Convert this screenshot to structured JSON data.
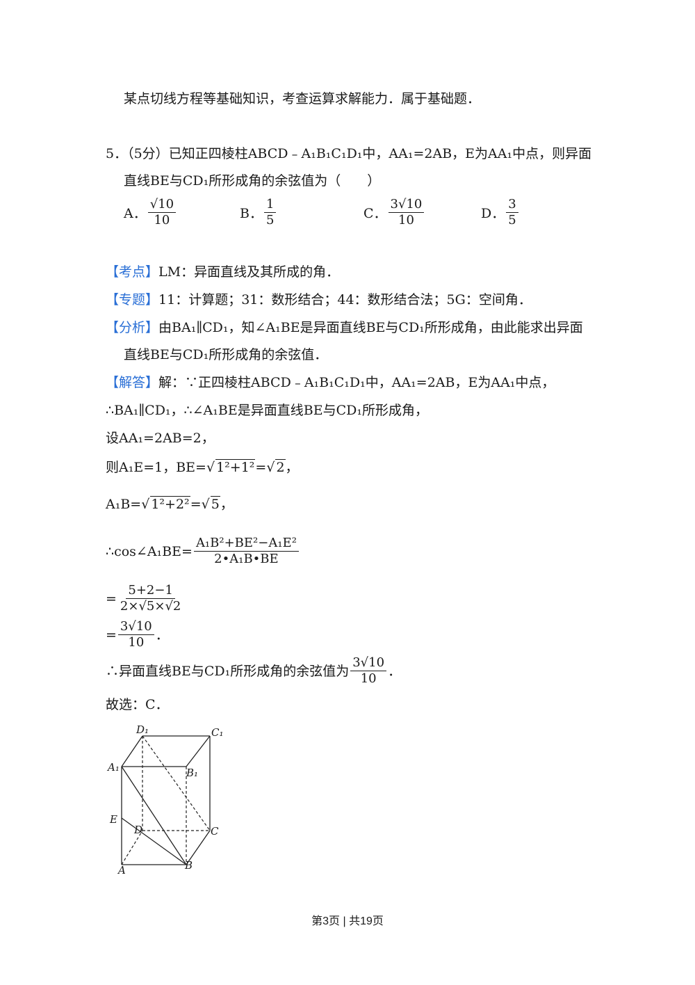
{
  "intro_line": "某点切线方程等基础知识，考查运算求解能力．属于基础题．",
  "q5": {
    "number": "5．",
    "score": "（5分）",
    "text1": "已知正四棱柱ABCD﹣A₁B₁C₁D₁中，AA₁=2AB，E为AA₁中点，则异面",
    "text2": "直线BE与CD₁所形成角的余弦值为（　　）",
    "options": [
      {
        "label": "A．",
        "num": "√10",
        "den": "10"
      },
      {
        "label": "B．",
        "num": "1",
        "den": "5"
      },
      {
        "label": "C．",
        "num": "3√10",
        "den": "10"
      },
      {
        "label": "D．",
        "num": "3",
        "den": "5"
      }
    ]
  },
  "kaodian": {
    "tag": "【考点】",
    "text": "LM：异面直线及其所成的角．"
  },
  "zhuanti": {
    "tag": "【专题】",
    "text": "11：计算题；31：数形结合；44：数形结合法；5G：空间角．"
  },
  "fenxi": {
    "tag": "【分析】",
    "text1": "由BA₁∥CD₁，知∠A₁BE是异面直线BE与CD₁所形成角，由此能求出异面",
    "text2": "直线BE与CD₁所形成角的余弦值．"
  },
  "jieda": {
    "tag": "【解答】",
    "l1": "解：∵正四棱柱ABCD﹣A₁B₁C₁D₁中，AA₁=2AB，E为AA₁中点，",
    "l2": "∴BA₁∥CD₁，∴∠A₁BE是异面直线BE与CD₁所形成角，",
    "l3": "设AA₁=2AB=2，",
    "l4_a": "则A₁E=1，BE=",
    "l4_rad": "1²+1²",
    "l4_b": "=",
    "l4_res": "2",
    "l4_c": "，",
    "l5_a": "A₁B=",
    "l5_rad": "1²+2²",
    "l5_b": "=",
    "l5_res": "5",
    "l5_c": "，",
    "l6_a": "∴cos∠A₁BE=",
    "l6_num": "A₁B²+BE²−A₁E²",
    "l6_den": "2•A₁B•BE",
    "l7_eq": "=",
    "l7_num": "5+2−1",
    "l7_den": "2×√5×√2",
    "l8_eq": "=",
    "l8_num": "3√10",
    "l8_den": "10",
    "l8_end": "．",
    "l9_a": "∴异面直线BE与CD₁所形成角的余弦值为",
    "l9_num": "3√10",
    "l9_den": "10",
    "l9_end": "．",
    "l10": "故选：C．"
  },
  "figure": {
    "labels": {
      "D1": "D₁",
      "C1": "C₁",
      "A1": "A₁",
      "B1": "B₁",
      "E": "E",
      "D": "D",
      "C": "C",
      "A": "A",
      "B": "B"
    }
  },
  "footer": "第3页 | 共19页"
}
